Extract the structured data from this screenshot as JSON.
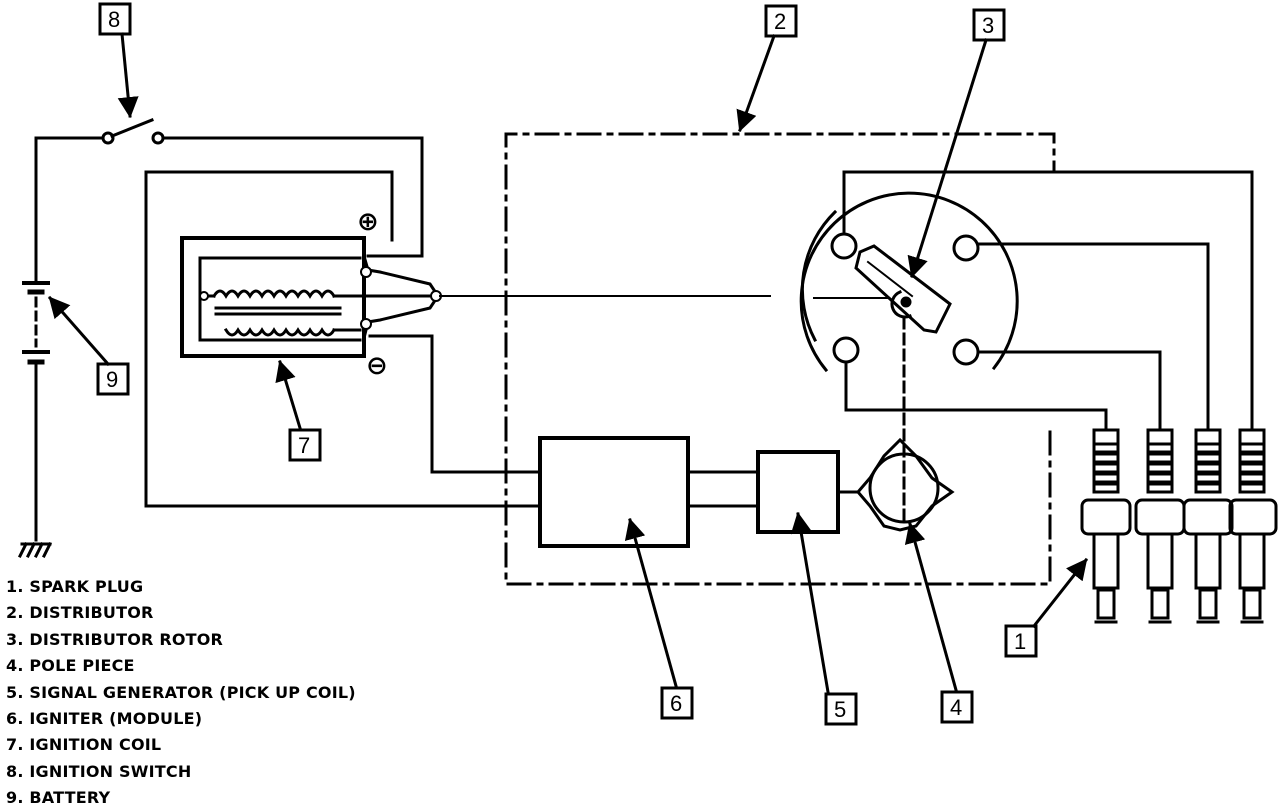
{
  "callouts": [
    "1",
    "2",
    "3",
    "4",
    "5",
    "6",
    "7",
    "8",
    "9"
  ],
  "coil_terminals": {
    "positive": "⊕",
    "negative": "⊖"
  },
  "legend": [
    "1. SPARK PLUG",
    "2. DISTRIBUTOR",
    "3. DISTRIBUTOR ROTOR",
    "4. POLE PIECE",
    "5. SIGNAL GENERATOR (PICK UP COIL)",
    "6. IGNITER (MODULE)",
    "7. IGNITION COIL",
    "8. IGNITION SWITCH",
    "9. BATTERY"
  ]
}
